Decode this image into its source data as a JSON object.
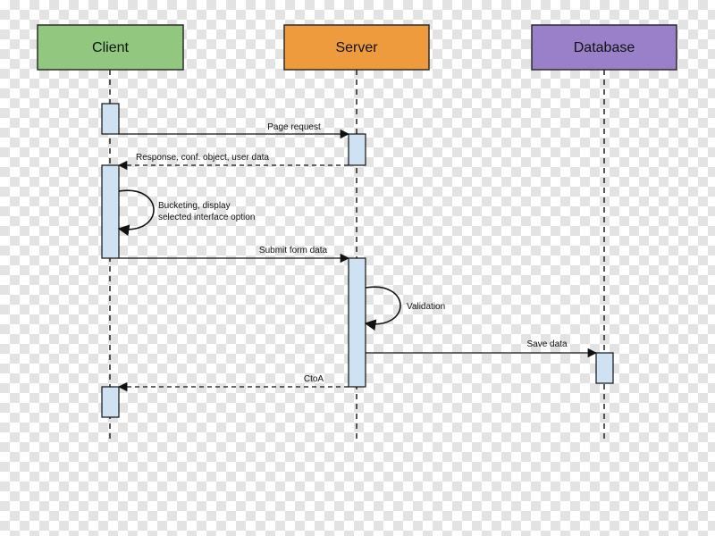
{
  "actors": [
    {
      "name": "Client",
      "fill": "#92c77f",
      "stroke": "#2c2c2c"
    },
    {
      "name": "Server",
      "fill": "#ee9b3d",
      "stroke": "#2c2c2c"
    },
    {
      "name": "Database",
      "fill": "#9a80c8",
      "stroke": "#2c2c2c"
    }
  ],
  "colors": {
    "activation_fill": "#cfe2f3",
    "line": "#111111"
  },
  "messages": [
    {
      "from": "Client",
      "to": "Server",
      "style": "solid",
      "label": "Page request"
    },
    {
      "from": "Server",
      "to": "Client",
      "style": "dashed",
      "label": "Response, conf. object, user data"
    },
    {
      "from": "Client",
      "to": "Client",
      "style": "self",
      "label_lines": [
        "Bucketing, display",
        "selected interface option"
      ]
    },
    {
      "from": "Client",
      "to": "Server",
      "style": "solid",
      "label": "Submit form data"
    },
    {
      "from": "Server",
      "to": "Server",
      "style": "self",
      "label_lines": [
        "Validation"
      ]
    },
    {
      "from": "Server",
      "to": "Database",
      "style": "solid",
      "label": "Save data"
    },
    {
      "from": "Server",
      "to": "Client",
      "style": "dashed",
      "label": "CtoA"
    }
  ]
}
